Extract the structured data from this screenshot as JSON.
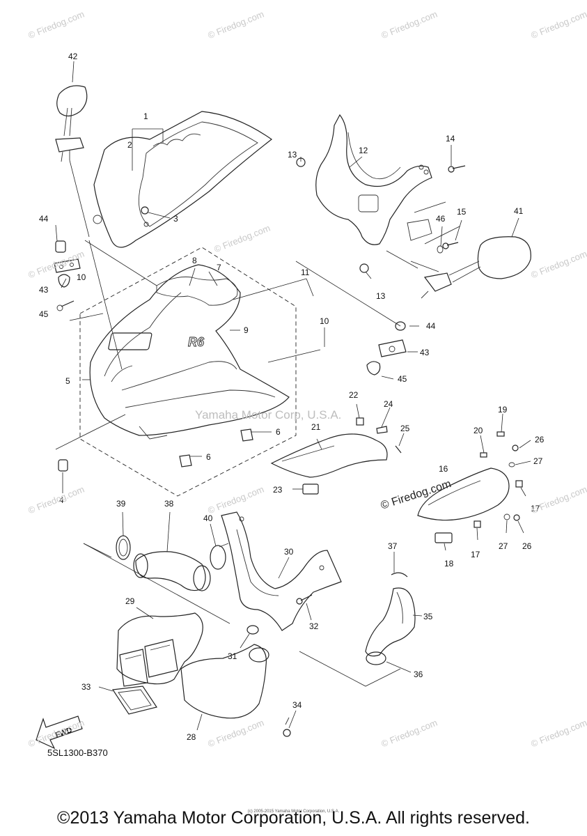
{
  "watermarks": {
    "corner": "© Firedog.com",
    "center": "Yamaha Motor Corp, U.S.A.",
    "signature": "© Firedog.com"
  },
  "fwd_label": "FWD",
  "diagram_code": "5SL1300-B370",
  "tiny_copyright": "(c) 2005-2015 Yamaha Motor Corporation, U.S.A.",
  "footer": "©2013 Yamaha Motor Corporation, U.S.A. All rights reserved.",
  "decal_text": "R6",
  "callouts": [
    {
      "id": "c1",
      "text": "1"
    },
    {
      "id": "c2",
      "text": "2"
    },
    {
      "id": "c3",
      "text": "3"
    },
    {
      "id": "c4",
      "text": "4"
    },
    {
      "id": "c5",
      "text": "5"
    },
    {
      "id": "c6a",
      "text": "6"
    },
    {
      "id": "c6b",
      "text": "6"
    },
    {
      "id": "c7",
      "text": "7"
    },
    {
      "id": "c8",
      "text": "8"
    },
    {
      "id": "c9",
      "text": "9"
    },
    {
      "id": "c10a",
      "text": "10"
    },
    {
      "id": "c10b",
      "text": "10"
    },
    {
      "id": "c11",
      "text": "11"
    },
    {
      "id": "c12",
      "text": "12"
    },
    {
      "id": "c13a",
      "text": "13"
    },
    {
      "id": "c13b",
      "text": "13"
    },
    {
      "id": "c14",
      "text": "14"
    },
    {
      "id": "c15",
      "text": "15"
    },
    {
      "id": "c16",
      "text": "16"
    },
    {
      "id": "c17a",
      "text": "17"
    },
    {
      "id": "c17b",
      "text": "17"
    },
    {
      "id": "c18",
      "text": "18"
    },
    {
      "id": "c19",
      "text": "19"
    },
    {
      "id": "c20",
      "text": "20"
    },
    {
      "id": "c21",
      "text": "21"
    },
    {
      "id": "c22",
      "text": "22"
    },
    {
      "id": "c23",
      "text": "23"
    },
    {
      "id": "c24",
      "text": "24"
    },
    {
      "id": "c25",
      "text": "25"
    },
    {
      "id": "c26a",
      "text": "26"
    },
    {
      "id": "c26b",
      "text": "26"
    },
    {
      "id": "c27a",
      "text": "27"
    },
    {
      "id": "c27b",
      "text": "27"
    },
    {
      "id": "c28",
      "text": "28"
    },
    {
      "id": "c29",
      "text": "29"
    },
    {
      "id": "c30",
      "text": "30"
    },
    {
      "id": "c31",
      "text": "31"
    },
    {
      "id": "c32",
      "text": "32"
    },
    {
      "id": "c33",
      "text": "33"
    },
    {
      "id": "c34",
      "text": "34"
    },
    {
      "id": "c35",
      "text": "35"
    },
    {
      "id": "c36",
      "text": "36"
    },
    {
      "id": "c37",
      "text": "37"
    },
    {
      "id": "c38",
      "text": "38"
    },
    {
      "id": "c39",
      "text": "39"
    },
    {
      "id": "c40",
      "text": "40"
    },
    {
      "id": "c41",
      "text": "41"
    },
    {
      "id": "c42",
      "text": "42"
    },
    {
      "id": "c43a",
      "text": "43"
    },
    {
      "id": "c43b",
      "text": "43"
    },
    {
      "id": "c44a",
      "text": "44"
    },
    {
      "id": "c44b",
      "text": "44"
    },
    {
      "id": "c45a",
      "text": "45"
    },
    {
      "id": "c45b",
      "text": "45"
    },
    {
      "id": "c46",
      "text": "46"
    }
  ]
}
